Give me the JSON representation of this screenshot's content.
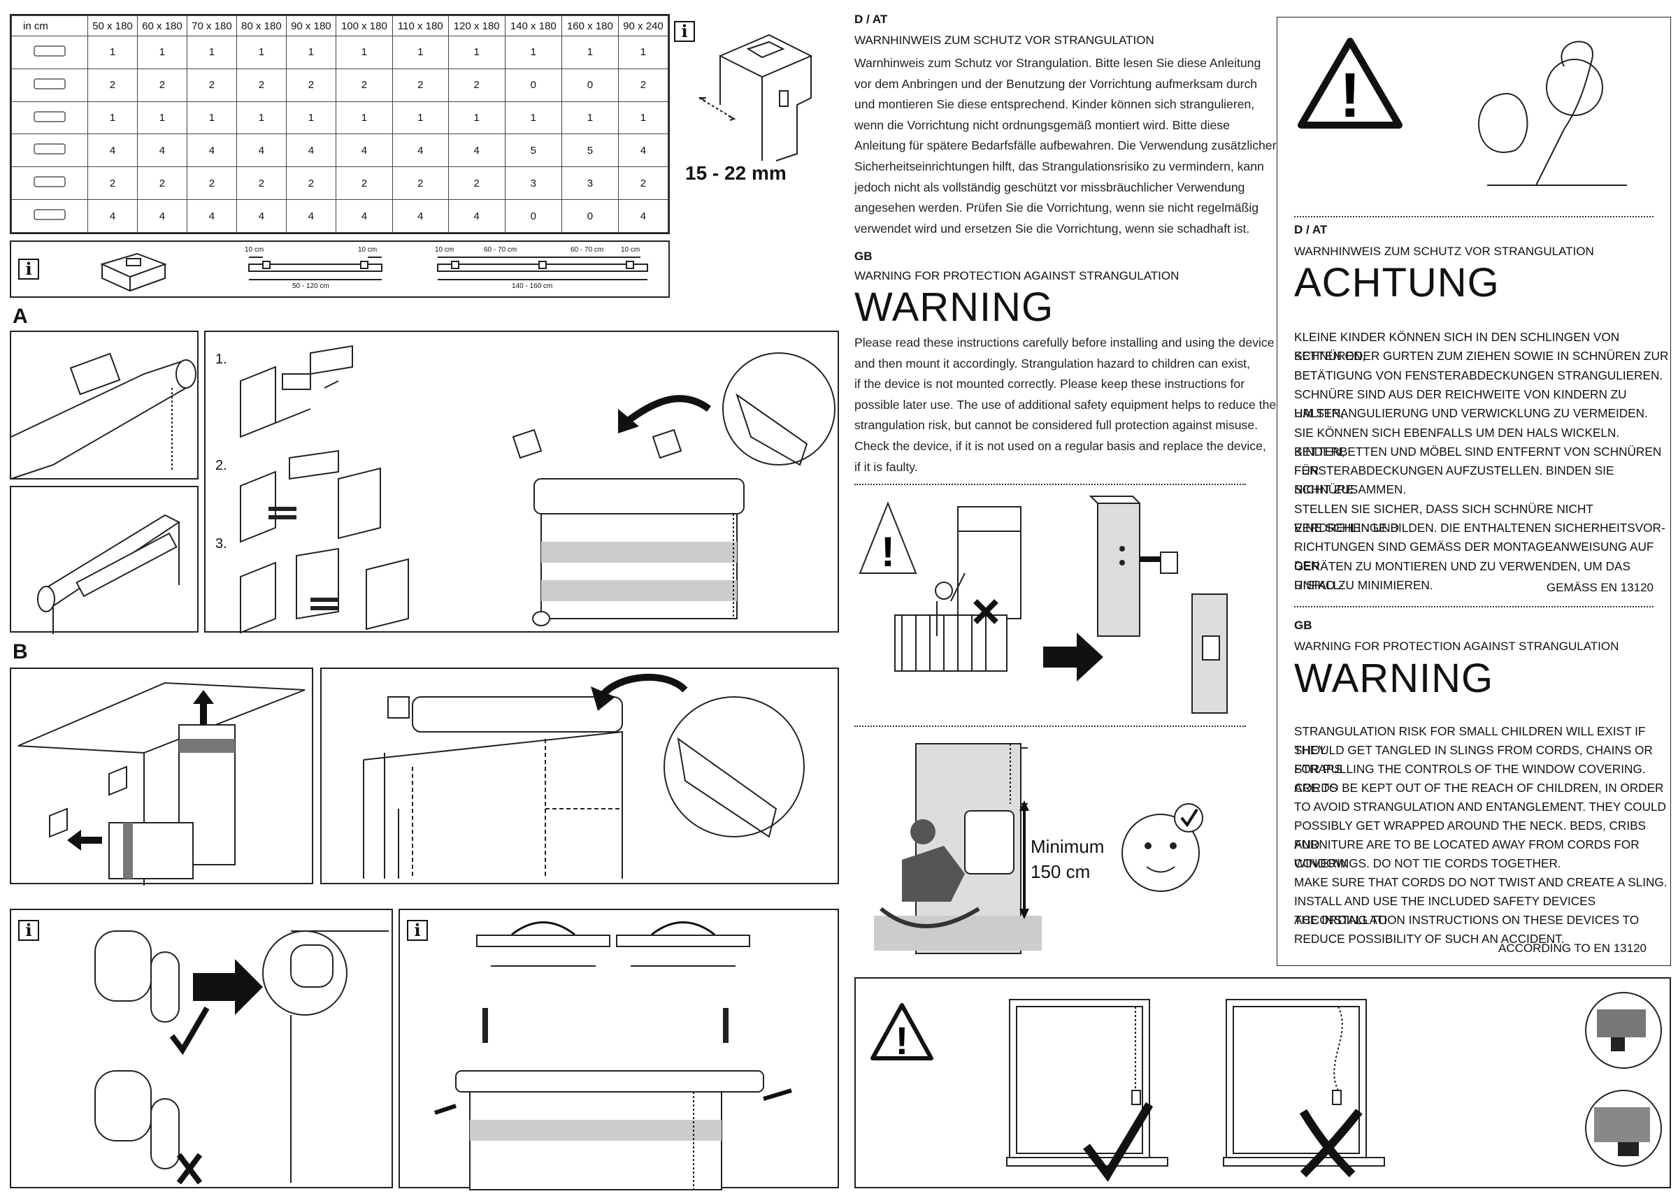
{
  "parts_table": {
    "unit": "in cm",
    "sizes": [
      "50 x 180",
      "60 x 180",
      "70 x 180",
      "80 x 180",
      "90 x 180",
      "100 x 180",
      "110 x 180",
      "120 x 180",
      "140 x 180",
      "160 x 180",
      "90 x 240"
    ],
    "rows": [
      {
        "icon": "roller-tube-icon",
        "values": [
          "1",
          "1",
          "1",
          "1",
          "1",
          "1",
          "1",
          "1",
          "1",
          "1",
          "1"
        ]
      },
      {
        "icon": "bracket-pair-icon",
        "values": [
          "2",
          "2",
          "2",
          "2",
          "2",
          "2",
          "2",
          "2",
          "0",
          "0",
          "2"
        ]
      },
      {
        "icon": "cord-weight-icon",
        "values": [
          "1",
          "1",
          "1",
          "1",
          "1",
          "1",
          "1",
          "1",
          "1",
          "1",
          "1"
        ]
      },
      {
        "icon": "screw-dowel-icon",
        "values": [
          "4",
          "4",
          "4",
          "4",
          "4",
          "4",
          "4",
          "4",
          "5",
          "5",
          "4"
        ]
      },
      {
        "icon": "clamp-bracket-icon",
        "values": [
          "2",
          "2",
          "2",
          "2",
          "2",
          "2",
          "2",
          "2",
          "3",
          "3",
          "2"
        ]
      },
      {
        "icon": "adhesive-pad-icon",
        "values": [
          "4",
          "4",
          "4",
          "4",
          "4",
          "4",
          "4",
          "4",
          "0",
          "0",
          "4"
        ]
      }
    ]
  },
  "thickness": "15 - 22 mm",
  "info_symbol": "i",
  "bracket_spacing": {
    "a_left": "10 cm",
    "a_right": "10 cm",
    "a_span": "50 - 120 cm",
    "b_edge1": "10 cm",
    "b_mid1": "60 - 70 cm",
    "b_mid2": "60 - 70 cm",
    "b_edge2": "10 cm",
    "b_span": "140 - 160 cm"
  },
  "sections": {
    "a": "A",
    "b": "B"
  },
  "steps": [
    "1.",
    "2.",
    "3."
  ],
  "de_intro": {
    "region": "D / AT",
    "heading": "WARNHINWEIS ZUM SCHUTZ VOR STRANGULATION",
    "lines": [
      "Warnhinweis zum Schutz vor Strangulation. Bitte lesen Sie diese Anleitung",
      "vor dem Anbringen und der Benutzung der Vorrichtung aufmerksam durch",
      "und montieren Sie diese entsprechend. Kinder können sich strangulieren,",
      "wenn die Vorrichtung nicht ordnungsgemäß montiert wird.  Bitte diese",
      "Anleitung für spätere Bedarfsfälle aufbewahren. Die Verwendung zusätzlicher",
      "Sicherheitseinrichtungen hilft, das Strangulationsrisiko zu vermindern, kann",
      "jedoch nicht als vollständig geschützt vor missbräuchlicher Verwendung",
      "angesehen werden. Prüfen Sie die Vorrichtung, wenn sie nicht regelmäßig",
      "verwendet wird und ersetzen Sie die Vorrichtung, wenn sie schadhaft ist."
    ]
  },
  "gb_intro": {
    "region": "GB",
    "heading": "WARNING FOR PROTECTION AGAINST STRANGULATION",
    "title": "WARNING",
    "lines": [
      "Please read these instructions carefully before installing and using the device",
      "and then mount it accordingly. Strangulation hazard to children can exist,",
      "if the device is not mounted correctly. Please keep these instructions for",
      "possible later use. The use of additional safety equipment helps to reduce the",
      "strangulation risk, but cannot be considered full protection against misuse.",
      "Check the device, if it is not used on a regular basis and replace the device,",
      "if it is faulty."
    ]
  },
  "minimum": {
    "label": "Minimum",
    "value": "150 cm"
  },
  "de_label": {
    "region": "D / AT",
    "heading": "WARNHINWEIS ZUM SCHUTZ VOR STRANGULATION",
    "title": "ACHTUNG",
    "lines": [
      "KLEINE KINDER KÖNNEN SICH IN DEN SCHLINGEN VON SCHNÜREN,",
      "KETTEN ODER GURTEN ZUM ZIEHEN SOWIE IN SCHNÜREN ZUR",
      "BETÄTIGUNG VON FENSTERABDECKUNGEN STRANGULIEREN.",
      "SCHNÜRE SIND AUS DER REICHWEITE VON KINDERN ZU HALTEN,",
      "UM STRANGULIERUNG UND VERWICKLUNG ZU VERMEIDEN.",
      "SIE KÖNNEN SICH EBENFALLS UM DEN HALS WICKELN. BETTEN,",
      "KINDERBETTEN UND MÖBEL SIND ENTFERNT VON SCHNÜREN FÜR",
      "FENSTERABDECKUNGEN AUFZUSTELLEN. BINDEN SIE SCHNÜRE",
      "NICHT ZUSAMMEN.",
      "STELLEN SIE SICHER, DASS SICH SCHNÜRE NICHT VERDREHEN UND",
      "EINE SCHLINGE BILDEN. DIE ENTHALTENEN SICHERHEITSVOR-",
      "RICHTUNGEN SIND GEMÄß DER MONTAGEANWEISUNG AUF DEN",
      "GERÄTEN ZU MONTIEREN UND ZU VERWENDEN, UM DAS UNFALL-",
      "RISIKO ZU MINIMIEREN."
    ],
    "standard": "GEMÄSS EN 13120"
  },
  "gb_label": {
    "region": "GB",
    "heading": "WARNING FOR PROTECTION AGAINST STRANGULATION",
    "title": "WARNING",
    "lines": [
      "STRANGULATION RISK FOR SMALL CHILDREN WILL EXIST IF THEY",
      "SHOULD GET TANGLED IN SLINGS FROM CORDS, CHAINS OR STRAPS",
      "FOR PULLING THE CONTROLS OF THE WINDOW COVERING. CORDS",
      "ARE TO BE KEPT OUT OF THE REACH OF CHILDREN, IN ORDER",
      "TO AVOID STRANGULATION AND ENTANGLEMENT. THEY COULD",
      "POSSIBLY GET WRAPPED AROUND THE NECK. BEDS, CRIBS AND",
      "FURNITURE ARE TO BE LOCATED AWAY FROM CORDS FOR WINDOW",
      "COVERINGS. DO NOT TIE CORDS TOGETHER.",
      "MAKE SURE THAT CORDS DO NOT TWIST AND CREATE A SLING.",
      "INSTALL AND USE THE INCLUDED SAFETY DEVICES ACCORDING TO",
      "THE INSTALLATION INSTRUCTIONS ON THESE DEVICES TO",
      "REDUCE POSSIBILITY OF SUCH AN ACCIDENT."
    ],
    "standard": "ACCORDING TO EN 13120"
  }
}
